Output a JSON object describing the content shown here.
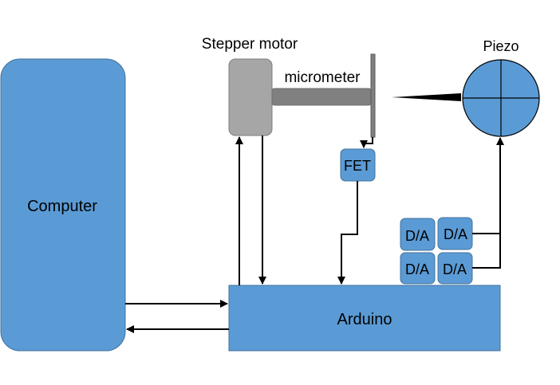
{
  "labels": {
    "computer": "Computer",
    "stepper_motor": "Stepper motor",
    "micrometer": "micrometer",
    "piezo": "Piezo",
    "fet": "FET",
    "arduino": "Arduino",
    "da": [
      "D/A",
      "D/A",
      "D/A",
      "D/A"
    ]
  },
  "colors": {
    "block_blue": "#5b9bd5",
    "block_border": "#41719c",
    "motor_gray": "#a6a6a6",
    "motor_border": "#7f7f7f",
    "shaft_gray": "#808080",
    "wire": "#000000"
  }
}
